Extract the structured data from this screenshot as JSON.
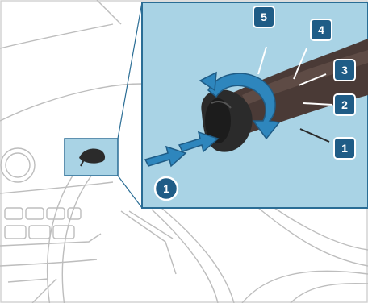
{
  "figure": {
    "type": "vehicle-control-illustration",
    "subject": "wiper-lever",
    "palette": {
      "panel": "#a9d3e5",
      "panel_border": "#2a6d95",
      "badge_fill": "#1f5c86",
      "badge_ring": "#ffffff",
      "arrow_fill": "#2e86bd",
      "lever_dark": "#2b2b2b",
      "lever_mid": "#4a3a36",
      "line_art": "#bdbdbd"
    },
    "callouts": {
      "push_button": "1",
      "position_1": "1",
      "position_2": "2",
      "position_3": "3",
      "position_4": "4",
      "position_5": "5"
    },
    "icons": {
      "rotate": "rotate-arrow-icon",
      "push": "push-arrow-icon"
    }
  }
}
